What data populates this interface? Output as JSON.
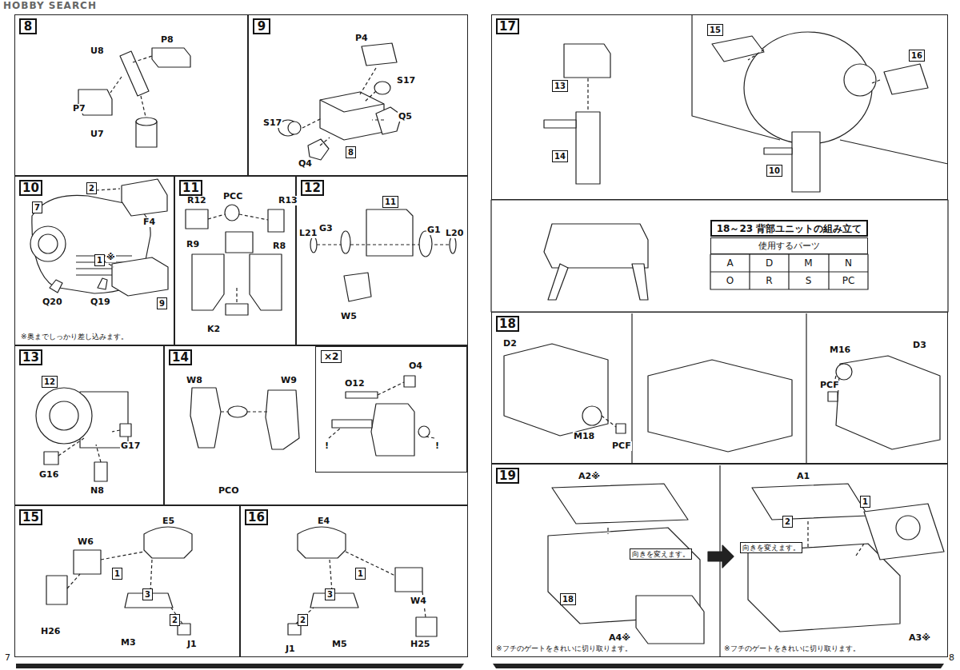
{
  "diagram": {
    "nodes": [
      {
        "text": [
          "8"
        ]
      },
      {
        "text": [
          "9"
        ]
      },
      {
        "text": [
          "10"
        ]
      },
      {
        "text": [
          "11"
        ]
      },
      {
        "text": [
          "12"
        ]
      },
      {
        "text": [
          "13"
        ]
      },
      {
        "text": [
          "14"
        ]
      },
      {
        "text": [
          "×2"
        ],
        "in": 6
      },
      {
        "text": [
          "15"
        ]
      },
      {
        "text": [
          "16"
        ]
      },
      {
        "text": [
          "17"
        ]
      },
      {
        "text": [
          "18～23 背部ユニットの組み立て"
        ]
      },
      {
        "text": [
          "使用するパーツ"
        ]
      },
      {
        "text": [
          "18"
        ]
      },
      {
        "text": [
          "19"
        ]
      }
    ],
    "labels": [
      "HOBBY SEARCH",
      "U8",
      "P8",
      "P7",
      "U7",
      "P4",
      "S17",
      "Q5",
      "S17",
      "Q4",
      "8",
      "7",
      "2",
      "F4",
      "1",
      "※",
      "9",
      "Q20",
      "Q19",
      "※奥までしっかり差し込みます。",
      "R12",
      "PCC",
      "R13",
      "R9",
      "R8",
      "K2",
      "L21",
      "G3",
      "11",
      "G1",
      "L20",
      "W5",
      "12",
      "G16",
      "N8",
      "G17",
      "W8",
      "W9",
      "PCO",
      "O4",
      "O12",
      "!",
      "!",
      "E5",
      "1",
      "3",
      "2",
      "W6",
      "M3",
      "J1",
      "H26",
      "E4",
      "1",
      "3",
      "2",
      "W4",
      "H25",
      "M5",
      "J1",
      "7",
      "13",
      "14",
      "15",
      "16",
      "10",
      "A",
      "D",
      "M",
      "N",
      "O",
      "R",
      "S",
      "PC",
      "D2",
      "M18",
      "PCF",
      "M16",
      "D3",
      "PCF",
      "A2※",
      "向きを変えます。",
      "18",
      "A4※",
      "※フチのゲートをきれいに切り取ります。",
      "A1",
      "向きを変えます。",
      "2",
      "1",
      "A3※",
      "※フチのゲートをきれいに切り取ります。",
      "8"
    ]
  }
}
